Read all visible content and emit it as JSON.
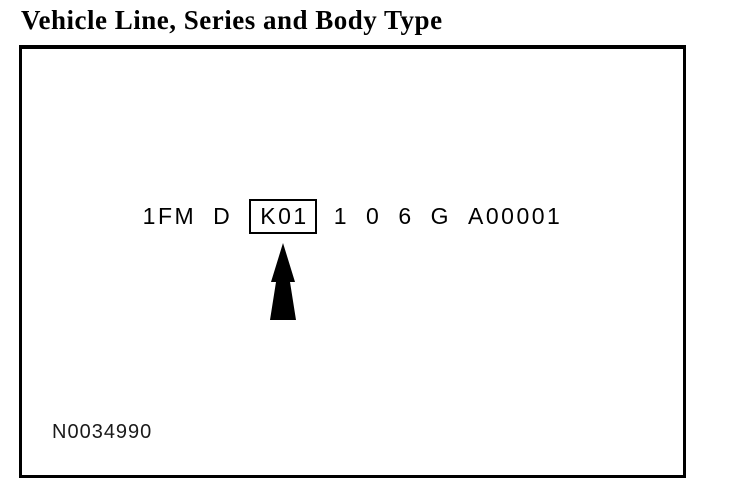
{
  "title": "Vehicle Line, Series and Body Type",
  "vin": {
    "full": "1FM D K01 1 0 6 G A00001",
    "segments": [
      {
        "text": "1FM",
        "highlighted": false
      },
      {
        "text": "D",
        "highlighted": false
      },
      {
        "text": "K01",
        "highlighted": true
      },
      {
        "text": "1",
        "highlighted": false
      },
      {
        "text": "0",
        "highlighted": false
      },
      {
        "text": "6",
        "highlighted": false
      },
      {
        "text": "G",
        "highlighted": false
      },
      {
        "text": "A00001",
        "highlighted": false
      }
    ],
    "highlighted_segment": "K01"
  },
  "figure_id": "N0034990",
  "icons": {
    "pointer": "up-arrow-icon"
  },
  "colors": {
    "foreground": "#000000",
    "background": "#ffffff"
  }
}
